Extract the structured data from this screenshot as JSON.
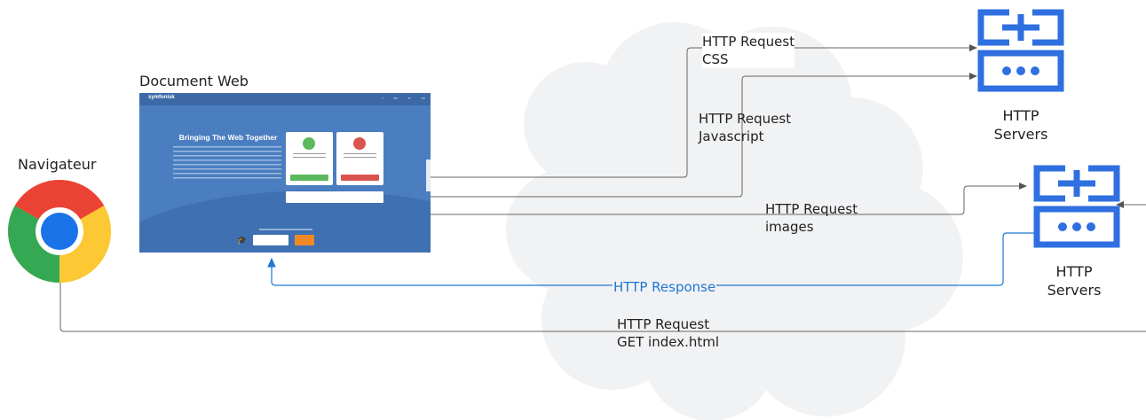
{
  "browser": {
    "label": "Navigateur"
  },
  "document": {
    "label": "Document Web",
    "screenshot": {
      "brand": "symfonisk",
      "heading": "Bringing The Web Together",
      "cap_icon": "graduation-cap-icon"
    }
  },
  "servers": [
    {
      "label": "HTTP\nServers",
      "icon": "http-server-icon"
    },
    {
      "label": "HTTP\nServers",
      "icon": "http-server-icon"
    }
  ],
  "requests": {
    "css": "HTTP Request\nCSS",
    "javascript": "HTTP Request\nJavascript",
    "images": "HTTP Request\nimages",
    "index": "HTTP Request\nGET index.html"
  },
  "response": {
    "label": "HTTP Response",
    "color": "#1f78d1"
  },
  "colors": {
    "server_blue": "#2f6fe0",
    "cloud": "#f1f2f4",
    "line": "#555555"
  }
}
